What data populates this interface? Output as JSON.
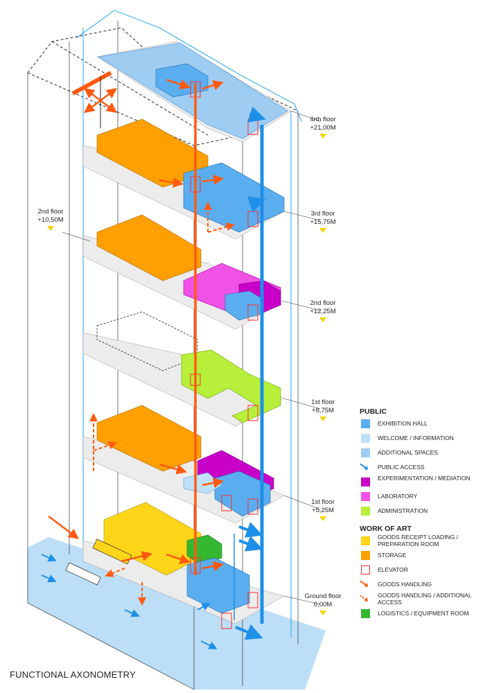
{
  "title": "FUNCTIONAL AXONOMETRY",
  "colors": {
    "exhibition_hall": "#5aaef0",
    "welcome_information": "#bfe0f8",
    "additional_spaces": "#9fcdf2",
    "public_access": "#1d8fe8",
    "experimentation_mediation": "#c800c8",
    "laboratory": "#f052e6",
    "administration": "#b7ef3a",
    "goods_receipt": "#ffd51a",
    "storage": "#ffa000",
    "elevator": "#ff2a2a",
    "goods_handling": "#ff5a10",
    "logistics": "#34b830",
    "ground": "#b0d8f4"
  },
  "floor_labels": [
    {
      "name": "4rth floor",
      "level": "+21,00M"
    },
    {
      "name": "3rd floor",
      "level": "+15,75M"
    },
    {
      "name": "2nd floor",
      "level": "+12,25M"
    },
    {
      "name": "1st floor",
      "level": "+8,75M"
    },
    {
      "name": "1st floor",
      "level": "+5,25M"
    },
    {
      "name": "Ground floor",
      "level": "0,00M"
    }
  ],
  "left_label": {
    "name": "2nd floor",
    "level": "+10,50M"
  },
  "legend": {
    "public_heading": "PUBLIC",
    "public_items": [
      {
        "label": "EXHIBITION HALL",
        "kind": "fill",
        "color": "#5aaef0"
      },
      {
        "label": "WELCOME / INFORMATION",
        "kind": "fill",
        "color": "#bfe0f8"
      },
      {
        "label": "ADDITIONAL SPACES",
        "kind": "fill",
        "color": "#9fcdf2"
      },
      {
        "label": "PUBLIC ACCESS",
        "kind": "arrow",
        "color": "#1d8fe8"
      },
      {
        "label": "EXPERIMENTATION / MEDIATION",
        "kind": "fill",
        "color": "#c800c8"
      },
      {
        "label": "LABORATORY",
        "kind": "fill",
        "color": "#f052e6"
      },
      {
        "label": "ADMINISTRATION",
        "kind": "fill",
        "color": "#b7ef3a"
      }
    ],
    "art_heading": "WORK OF ART",
    "art_items": [
      {
        "label": "GOODS RECEIPT LOADING / PREPARATION ROOM",
        "kind": "fill",
        "color": "#ffd51a"
      },
      {
        "label": "STORAGE",
        "kind": "fill",
        "color": "#ffa000"
      },
      {
        "label": "ELEVATOR",
        "kind": "outline",
        "color": "#ff2a2a"
      },
      {
        "label": "GOODS HANDLING",
        "kind": "arrow",
        "color": "#ff5a10"
      },
      {
        "label": "GOODS HANDLING / ADDITIONAL ACCESS",
        "kind": "dashed-arrow",
        "color": "#ff5a10"
      },
      {
        "label": "LOGISTICS / EQUIPMENT ROOM",
        "kind": "fill",
        "color": "#34b830"
      }
    ]
  }
}
